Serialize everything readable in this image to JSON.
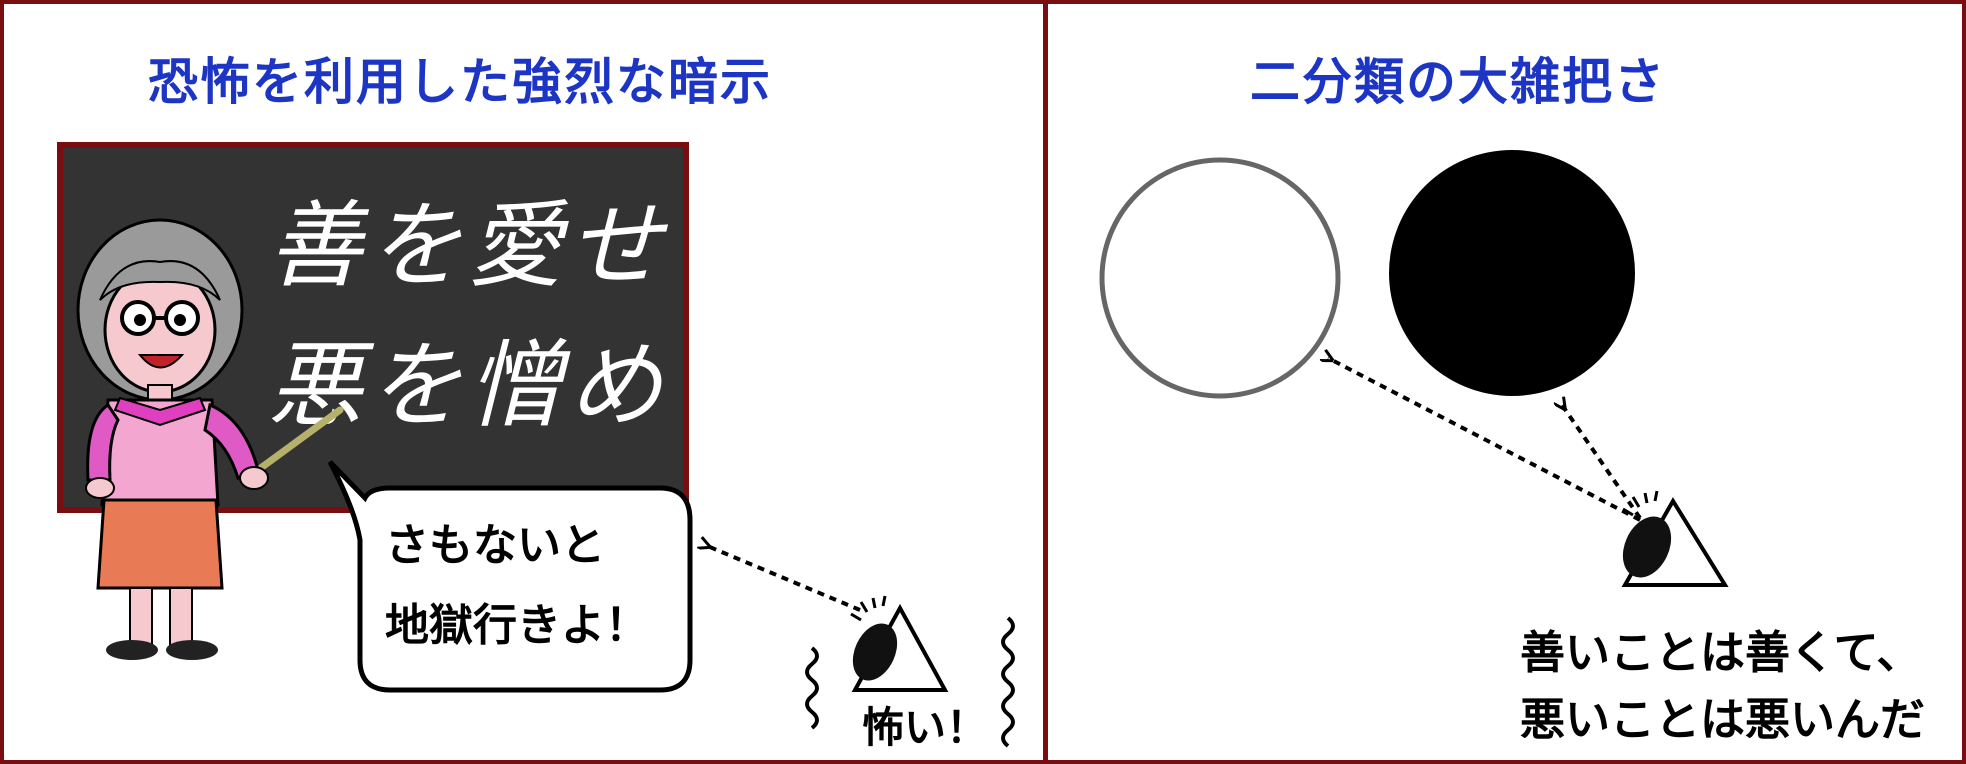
{
  "left_panel": {
    "title": "恐怖を利用した強烈な暗示",
    "blackboard": {
      "line1": "善を愛せ",
      "line2": "悪を憎め"
    },
    "speech_bubble": {
      "line1": "さもないと",
      "line2": "地獄行きよ！"
    },
    "viewer_label": "怖い！",
    "icons": [
      "teacher-figure",
      "eye-icon",
      "shiver-lines"
    ]
  },
  "right_panel": {
    "title": "二分類の大雑把さ",
    "caption": {
      "line1": "善いことは善くて、",
      "line2": "悪いことは悪いんだ"
    },
    "icons": [
      "white-circle",
      "black-circle",
      "eye-icon"
    ]
  },
  "colors": {
    "frame": "#7a0d12",
    "title": "#1d35c4",
    "blackboard": "#333333",
    "board_border": "#7a0d12",
    "blouse": "#f3a6cf",
    "skirt": "#e87a55"
  }
}
